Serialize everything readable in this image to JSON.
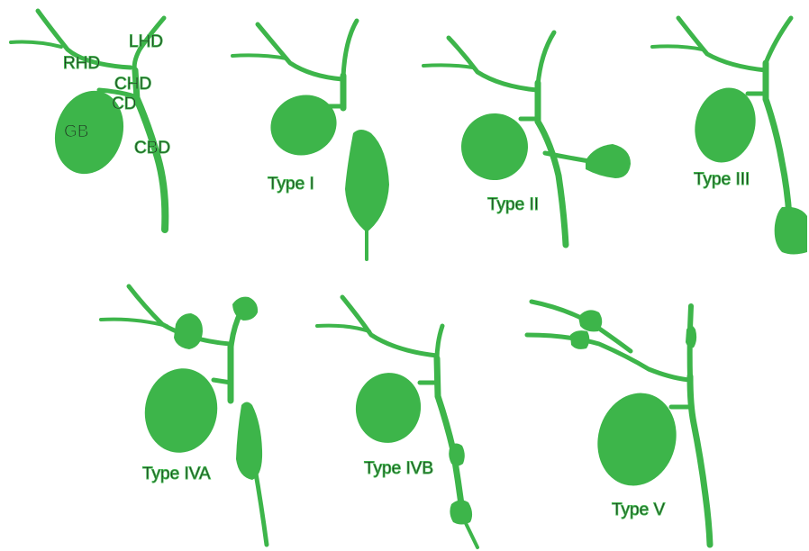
{
  "colors": {
    "duct": "#3db54a",
    "label": "#1a1a1a",
    "background": "#ffffff"
  },
  "anatomy_labels": {
    "lhd": "LHD",
    "rhd": "RHD",
    "chd": "CHD",
    "cd": "CD",
    "gb": "GB",
    "cbd": "CBD"
  },
  "types": {
    "type_1": "Type I",
    "type_2": "Type II",
    "type_3": "Type III",
    "type_4a": "Type IVA",
    "type_4b": "Type IVB",
    "type_5": "Type V"
  }
}
